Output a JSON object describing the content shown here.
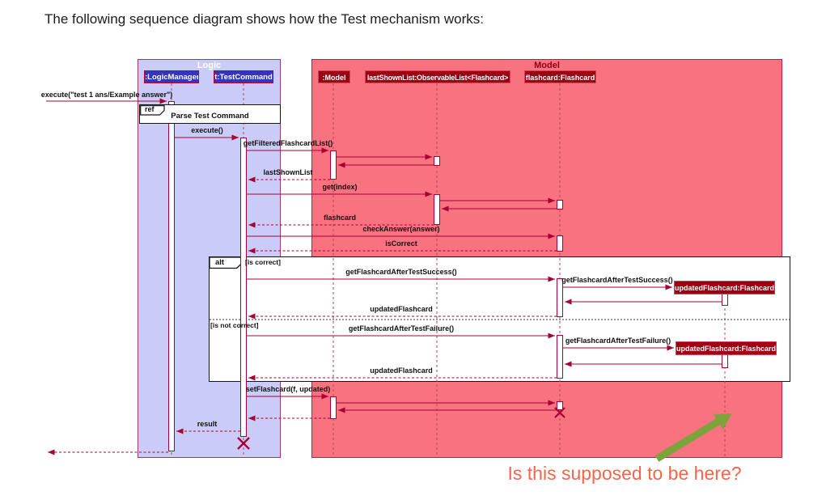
{
  "title": "The following sequence diagram shows how the Test mechanism works:",
  "frames": {
    "logic": {
      "label": "Logic"
    },
    "model": {
      "label": "Model"
    }
  },
  "participants": {
    "logic_manager": ":LogicManager",
    "test_command": "t:TestCommand",
    "model": ":Model",
    "last_shown_list": "lastShownList:ObservableList<Flashcard>",
    "flashcard": "flashcard:Flashcard"
  },
  "created_objects": {
    "updated_flashcard_success": "updatedFlashcard:Flashcard",
    "updated_flashcard_failure": "updatedFlashcard:Flashcard"
  },
  "ref_fragment": {
    "operator": "ref",
    "label": "Parse Test Command"
  },
  "alt_fragment": {
    "operator": "alt",
    "guard_true": "[is correct]",
    "guard_false": "[is not correct]"
  },
  "messages": {
    "execute_user": "execute(\"test 1 ans/Example answer\")",
    "execute": "execute()",
    "get_filtered_flashcard_list": "getFilteredFlashcardList()",
    "last_shown_list_return": "lastShownList",
    "get_index": "get(index)",
    "flashcard_return": "flashcard",
    "check_answer": "checkAnswer(answer)",
    "is_correct_return": "isCorrect",
    "success_call_1": "getFlashcardAfterTestSuccess()",
    "success_call_2": "getFlashcardAfterTestSuccess()",
    "updated_flashcard_return_1": "updatedFlashcard",
    "failure_call_1": "getFlashcardAfterTestFailure()",
    "failure_call_2": "getFlashcardAfterTestFailure()",
    "updated_flashcard_return_2": "updatedFlashcard",
    "set_flashcard": "setFlashcard(f, updated)",
    "result_return": "result"
  },
  "annotation": {
    "question": "Is this supposed to be here?"
  },
  "colors": {
    "message_red": "#a80036",
    "logic_frame_fill": "#cbcbf7",
    "logic_box_fill": "#3434bf",
    "model_frame_fill": "#f87280",
    "model_box_fill": "#9b0013",
    "box_border_red": "#b7002d",
    "annotation_orange": "#f2664c",
    "review_arrow_green": "#7da33c"
  }
}
